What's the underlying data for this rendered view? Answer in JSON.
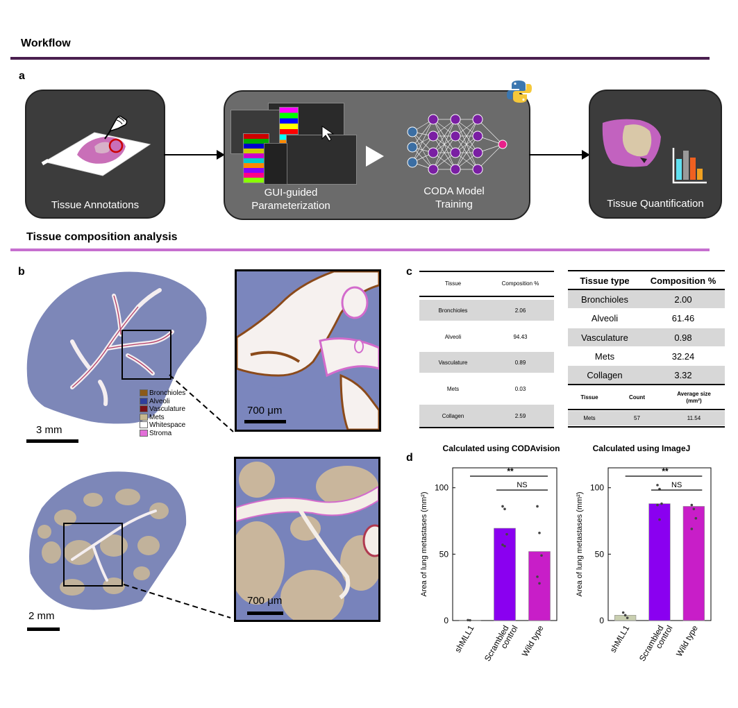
{
  "sections": {
    "workflow": "Workflow",
    "composition": "Tissue composition analysis"
  },
  "panels": {
    "a": "a",
    "b": "b",
    "c": "c",
    "d": "d"
  },
  "colors": {
    "workflow_rule": "#4a1f4f",
    "composition_rule": "#c66fcf"
  },
  "workflow": {
    "annotations": "Tissue Annotations",
    "gui": "GUI-guided Parameterization",
    "gui_line1": "GUI-guided",
    "gui_line2": "Parameterization",
    "training_line1": "CODA Model",
    "training_line2": "Training",
    "quantification": "Tissue Quantification",
    "icons": [
      "hand-pen-icon",
      "python-logo-icon",
      "neural-network-icon",
      "bar-chart-icon"
    ]
  },
  "legend": [
    {
      "label": "Bronchioles",
      "color": "#8b5a1a"
    },
    {
      "label": "Alveoli",
      "color": "#2f3f9e"
    },
    {
      "label": "Vasculature",
      "color": "#7a1018"
    },
    {
      "label": "Mets",
      "color": "#c8b890"
    },
    {
      "label": "Whitespace",
      "color": "#ffffff"
    },
    {
      "label": "Stroma",
      "color": "#e26fd8"
    }
  ],
  "scalebars": {
    "top_full": "3 mm",
    "top_zoom": "700 μm",
    "bottom_full": "2 mm",
    "bottom_zoom": "700 μm"
  },
  "table_left": {
    "headers": [
      "Tissue",
      "Composition %"
    ],
    "rows": [
      [
        "Bronchioles",
        "2.06"
      ],
      [
        "Alveoli",
        "94.43"
      ],
      [
        "Vasculature",
        "0.89"
      ],
      [
        "Mets",
        "0.03"
      ],
      [
        "Collagen",
        "2.59"
      ]
    ]
  },
  "table_right": {
    "headers": [
      "Tissue type",
      "Composition %"
    ],
    "rows": [
      [
        "Bronchioles",
        "2.00"
      ],
      [
        "Alveoli",
        "61.46"
      ],
      [
        "Vasculature",
        "0.98"
      ],
      [
        "Mets",
        "32.24"
      ],
      [
        "Collagen",
        "3.32"
      ]
    ],
    "sub_headers": [
      "Tissue",
      "Count",
      "Average size",
      "(mm²)"
    ],
    "sub_row": [
      "Mets",
      "57",
      "11.54"
    ]
  },
  "chart_data": [
    {
      "type": "bar",
      "title": "Calculated using CODAvision",
      "ylabel": "Area of lung metastases (mm²)",
      "categories": [
        "shMLL1",
        "Scrambled control",
        "Wild type"
      ],
      "category_lines": [
        [
          "shMLL1"
        ],
        [
          "Scrambled",
          "control"
        ],
        [
          "Wild type"
        ]
      ],
      "values": [
        0.3,
        69.5,
        52
      ],
      "points": [
        [
          0.3,
          0.2
        ],
        [
          86,
          84,
          65,
          57,
          56
        ],
        [
          86,
          66,
          49,
          33,
          28
        ]
      ],
      "bar_colors": [
        "#c9cfb0",
        "#8a00f0",
        "#c81ec8"
      ],
      "ylim": [
        0,
        115
      ],
      "yticks": [
        0,
        50,
        100
      ],
      "annotations": [
        "**",
        "NS"
      ]
    },
    {
      "type": "bar",
      "title": "Calculated using ImageJ",
      "ylabel": "Area of lung metastases (mm²)",
      "categories": [
        "shMLL1",
        "Scrambled control",
        "Wild type"
      ],
      "category_lines": [
        [
          "shMLL1"
        ],
        [
          "Scrambled",
          "control"
        ],
        [
          "Wild type"
        ]
      ],
      "values": [
        4,
        88,
        86
      ],
      "points": [
        [
          6,
          4,
          2
        ],
        [
          102,
          99,
          88,
          87,
          76
        ],
        [
          87,
          84,
          77,
          69
        ]
      ],
      "bar_colors": [
        "#c9cfb0",
        "#8a00f0",
        "#c81ec8"
      ],
      "ylim": [
        0,
        115
      ],
      "yticks": [
        0,
        50,
        100
      ],
      "annotations": [
        "**",
        "NS"
      ]
    }
  ]
}
